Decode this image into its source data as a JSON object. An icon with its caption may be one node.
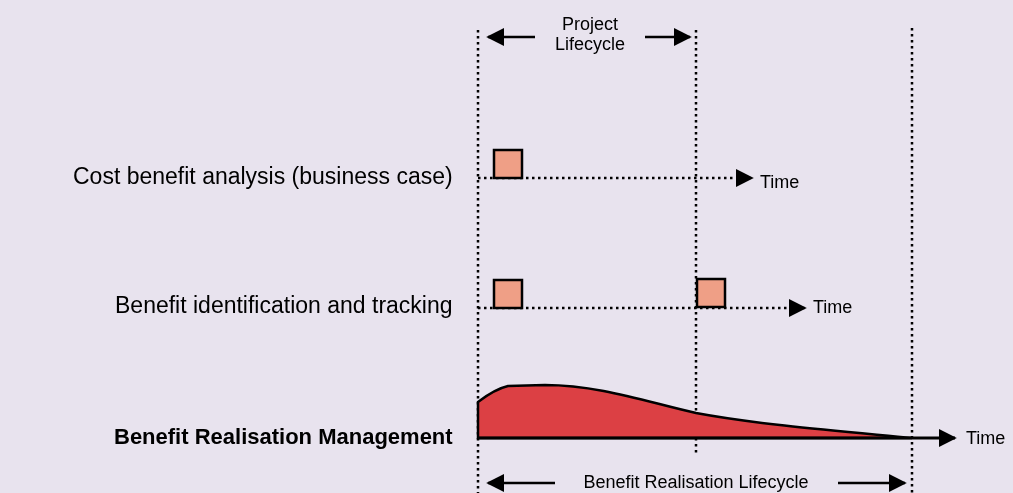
{
  "diagram": {
    "labels": [
      "Project Lifecycle",
      "Cost benefit analysis (business case)",
      "Time",
      "Benefit identification and tracking",
      "Time",
      "Benefit Realisation Management",
      "Time",
      "Benefit Realisation Lifecycle"
    ]
  }
}
